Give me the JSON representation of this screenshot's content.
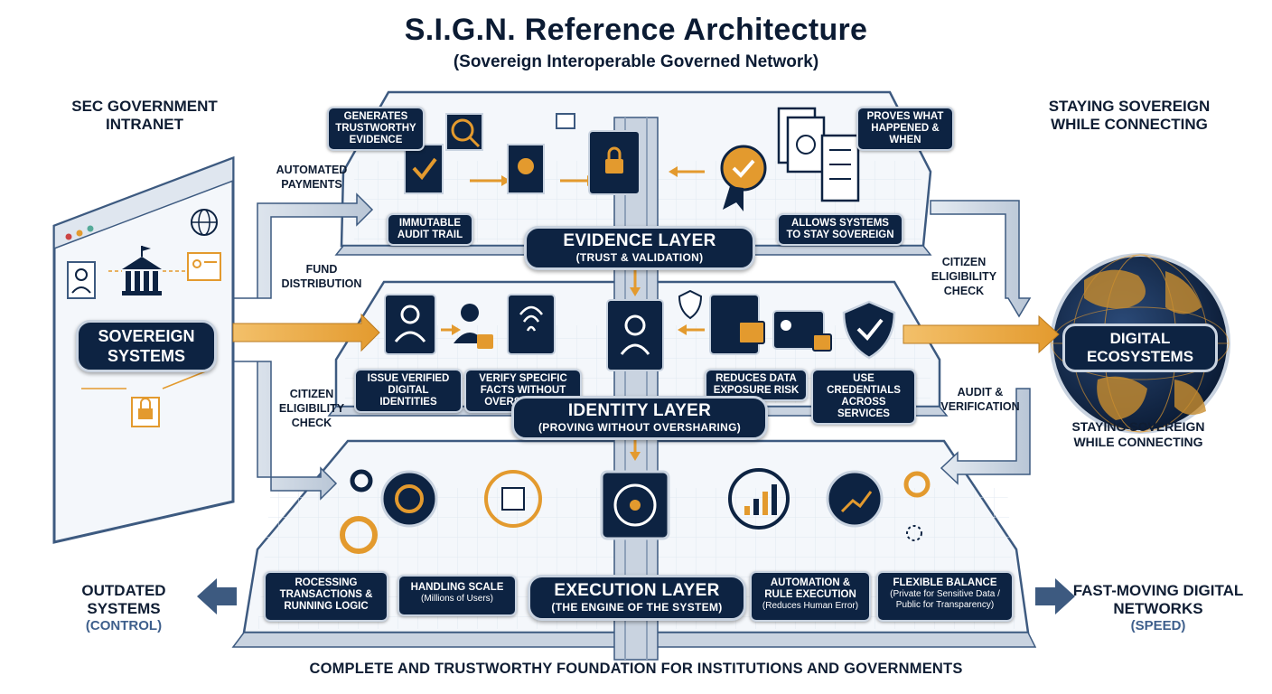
{
  "title": "S.I.G.N. Reference Architecture",
  "subtitle": "(Sovereign Interoperable Governed Network)",
  "top_left_label": "SEC GOVERNMENT INTRANET",
  "top_right_label": "STAYING SOVEREIGN WHILE CONNECTING",
  "right_mid_label": "STAYING SOVEREIGN WHILE CONNECTING",
  "left_panel_label": "SOVEREIGN SYSTEMS",
  "globe_label": "DIGITAL ECOSYSTEMS",
  "flows": {
    "automated_payments": "AUTOMATED PAYMENTS",
    "fund_distribution": "FUND DISTRIBUTION",
    "citizen_check_left": "CITIZEN ELIGIBILITY CHECK",
    "citizen_check_right": "CITIZEN ELIGIBILITY CHECK",
    "audit_verification": "AUDIT & VERIFICATION"
  },
  "evidence_layer": {
    "name": "EVIDENCE LAYER",
    "tagline": "(TRUST & VALIDATION)",
    "tags": [
      "GENERATES TRUSTWORTHY EVIDENCE",
      "IMMUTABLE AUDIT TRAIL",
      "PROVES WHAT HAPPENED & WHEN",
      "ALLOWS SYSTEMS TO STAY SOVEREIGN"
    ]
  },
  "identity_layer": {
    "name": "IDENTITY LAYER",
    "tagline": "(PROVING WITHOUT OVERSHARING)",
    "tags": [
      "ISSUE VERIFIED DIGITAL IDENTITIES",
      "VERIFY SPECIFIC FACTS WITHOUT OVERSHARING",
      "REDUCES DATA EXPOSURE RISK",
      "USE CREDENTIALS ACROSS SERVICES"
    ]
  },
  "execution_layer": {
    "name": "EXECUTION LAYER",
    "tagline": "(THE ENGINE OF THE SYSTEM)",
    "tags": [
      {
        "main": "ROCESSING TRANSACTIONS & RUNNING LOGIC",
        "note": ""
      },
      {
        "main": "HANDLING SCALE",
        "note": "(Millions of Users)"
      },
      {
        "main": "AUTOMATION & RULE EXECUTION",
        "note": "(Reduces Human Error)"
      },
      {
        "main": "FLEXIBLE BALANCE",
        "note": "(Private for Sensitive Data / Public for Transparency)"
      }
    ]
  },
  "bottom_left": {
    "label": "OUTDATED SYSTEMS",
    "paren": "(CONTROL)"
  },
  "bottom_right": {
    "label": "FAST-MOVING DIGITAL NETWORKS",
    "paren": "(SPEED)"
  },
  "footer": "COMPLETE AND TRUSTWORTHY FOUNDATION FOR INSTITUTIONS AND GOVERNMENTS",
  "colors": {
    "navy": "#0d2342",
    "gold": "#e39a2e",
    "steel": "#c9d3e0",
    "grid": "#dfe6ef"
  }
}
